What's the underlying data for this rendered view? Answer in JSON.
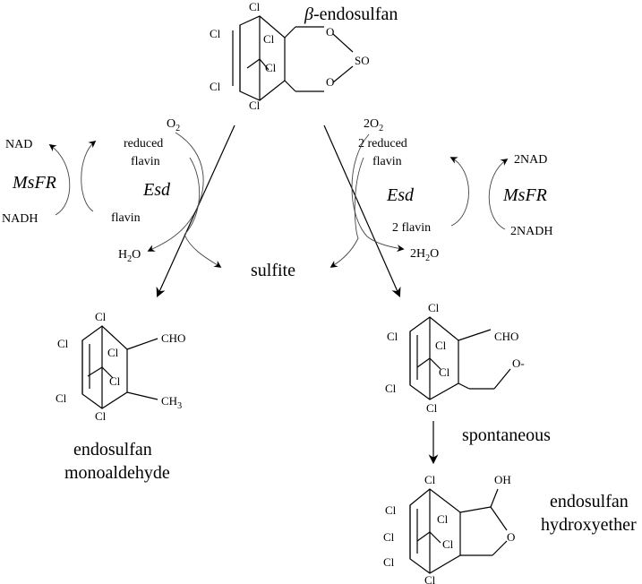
{
  "molecules": {
    "beta_endosulfan": {
      "name_greek": "β",
      "name_rest": "-endosulfan",
      "atoms": {
        "cl": "Cl",
        "o": "O",
        "so": "SO"
      }
    },
    "monoaldehyde": {
      "atoms": {
        "cl": "Cl",
        "cho": "CHO",
        "ch": "CH",
        "sub3": "3"
      },
      "name_line1": "endosulfan",
      "name_line2": "monoaldehyde"
    },
    "intermediate": {
      "atoms": {
        "cl": "Cl",
        "cho": "CHO",
        "ominus": "O-"
      }
    },
    "hydroxyether": {
      "atoms": {
        "cl": "Cl",
        "oh": "OH",
        "o": "O"
      },
      "name_line1": "endosulfan",
      "name_line2": "hydroxyether"
    }
  },
  "left_pathway": {
    "o2": "O",
    "o2_sub": "2",
    "reduced_flavin_1": "reduced",
    "reduced_flavin_2": "flavin",
    "flavin": "flavin",
    "enzyme": "Esd",
    "reductase": "MsFR",
    "nad": "NAD",
    "nadh": "NADH",
    "water": "H",
    "water_sub": "2",
    "water_o": "O"
  },
  "right_pathway": {
    "o2": "2O",
    "o2_sub": "2",
    "reduced_flavin_1": "2 reduced",
    "reduced_flavin_2": "flavin",
    "flavin": "2 flavin",
    "enzyme": "Esd",
    "reductase": "MsFR",
    "nad": "2NAD",
    "nadh": "2NADH",
    "water": "2H",
    "water_sub": "2",
    "water_o": "O"
  },
  "center_product": "sulfite",
  "spontaneous_label": "spontaneous"
}
